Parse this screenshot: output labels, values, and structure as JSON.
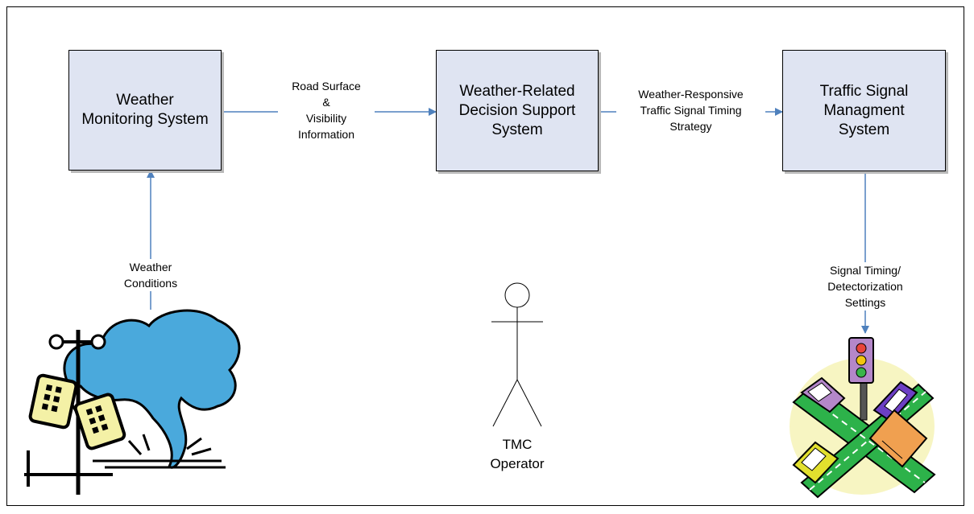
{
  "boxes": {
    "weather_monitoring": "Weather\nMonitoring System",
    "decision_support": "Weather-Related\nDecision Support\nSystem",
    "signal_management": "Traffic Signal\nManagment\nSystem"
  },
  "flows": {
    "road_surface": "Road Surface\n&\nVisibility\nInformation",
    "timing_strategy": "Weather-Responsive\nTraffic Signal Timing\nStrategy",
    "weather_conditions": "Weather\nConditions",
    "signal_settings": "Signal Timing/\nDetectorization\nSettings"
  },
  "actor": {
    "label": "TMC\nOperator"
  },
  "colors": {
    "box_fill": "#dfe4f2",
    "arrow": "#4f81bd",
    "cloud": "#4aa9dc",
    "road": "#2db24a"
  }
}
